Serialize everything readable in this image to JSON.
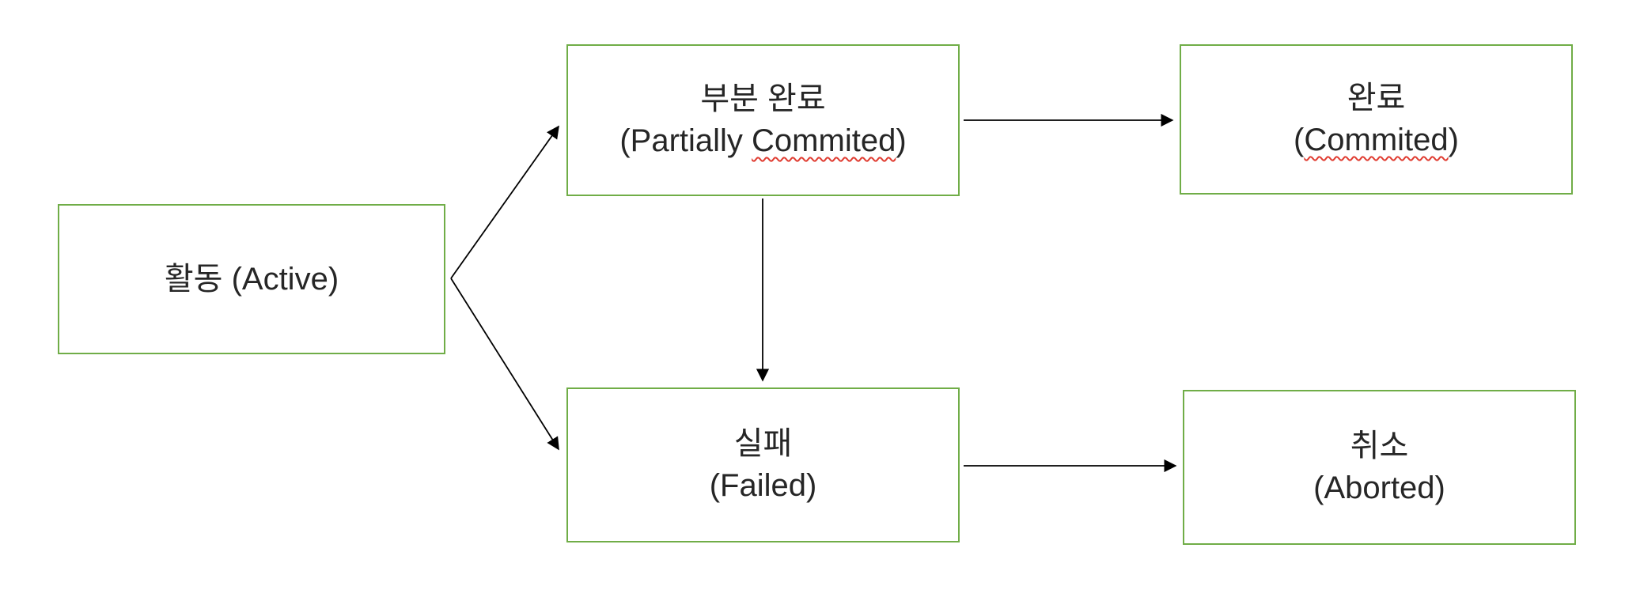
{
  "diagram": {
    "kind": "transaction-state-diagram",
    "nodes": {
      "active": {
        "label": "활동 (Active)"
      },
      "partially_committed": {
        "line1": "부분 완료",
        "line2_prefix": "(Partially ",
        "line2_word": "Commited",
        "line2_suffix": ")"
      },
      "committed": {
        "line1": "완료",
        "line2_prefix": "(",
        "line2_word": "Commited",
        "line2_suffix": ")"
      },
      "failed": {
        "line1": "실패",
        "line2": "(Failed)"
      },
      "aborted": {
        "line1": "취소",
        "line2": "(Aborted)"
      }
    },
    "edges": [
      {
        "from": "active",
        "to": "partially_committed"
      },
      {
        "from": "active",
        "to": "failed"
      },
      {
        "from": "partially_committed",
        "to": "committed"
      },
      {
        "from": "partially_committed",
        "to": "failed"
      },
      {
        "from": "failed",
        "to": "aborted"
      }
    ],
    "colors": {
      "node_border": "#70AD47",
      "node_fill": "#FFFFFF",
      "text": "#262626",
      "arrow": "#000000",
      "misspell_underline": "#E03C31"
    }
  }
}
